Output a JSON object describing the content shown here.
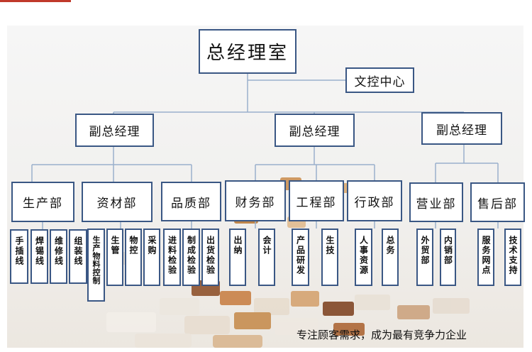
{
  "org": {
    "head": "总经理室",
    "doc_center": "文控中心",
    "vice_gm": [
      "副总经理",
      "副总经理",
      "副总经理"
    ],
    "departments": [
      {
        "name": "生产部",
        "units": [
          "手插线",
          "焊锡线",
          "维修线",
          "组装线"
        ]
      },
      {
        "name": "资材部",
        "units": [
          "生产物料控制",
          "生管",
          "物控",
          "采购"
        ]
      },
      {
        "name": "品质部",
        "units": [
          "进料检验",
          "制成检验",
          "出货检验"
        ]
      },
      {
        "name": "财务部",
        "units": [
          "出纳",
          "会计"
        ]
      },
      {
        "name": "工程部",
        "units": [
          "产品研发",
          "生技"
        ]
      },
      {
        "name": "行政部",
        "units": [
          "人事资源",
          "总务"
        ]
      },
      {
        "name": "营业部",
        "units": [
          "外贸部",
          "内销部"
        ]
      },
      {
        "name": "售后部",
        "units": [
          "服务网点",
          "技术支持"
        ]
      }
    ]
  },
  "slogan": "专注顾客需求，成为最有竞争力企业",
  "colors": {
    "node_border": "#3a5784",
    "connector": "#9ab0cc",
    "accent": "#c0392b"
  }
}
